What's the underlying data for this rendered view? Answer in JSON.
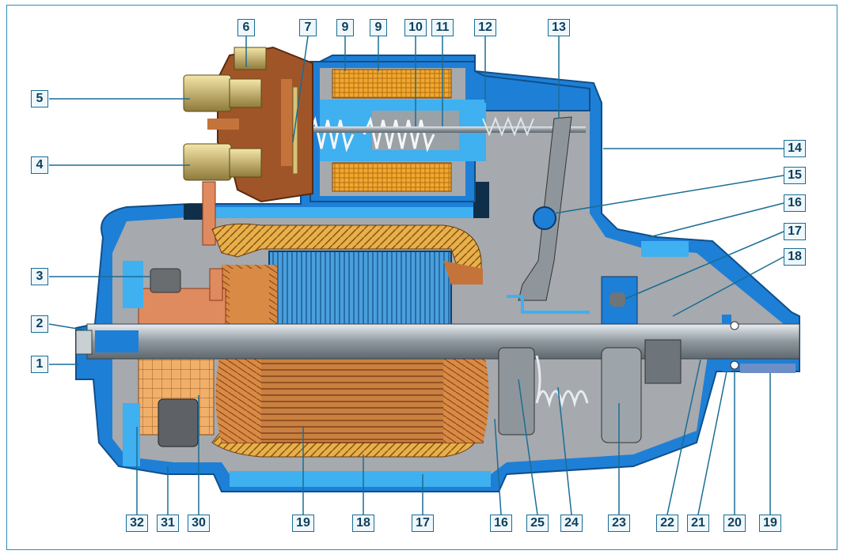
{
  "diagram": {
    "colors": {
      "housing": "#1e7fd6",
      "housing_light": "#3fb0f0",
      "interior": "#a6a9ad",
      "copper": "#c4743a",
      "commutator": "#e9a55c",
      "coil": "#f0a830",
      "core": "#2e7fc4",
      "terminal": "#d8c27a",
      "cap": "#a05528",
      "callout_line": "#1a6d95"
    },
    "callouts": {
      "c1": "1",
      "c2": "2",
      "c3": "3",
      "c4": "4",
      "c5": "5",
      "c6": "6",
      "c7": "7",
      "c9a": "9",
      "c9b": "9",
      "c10": "10",
      "c11": "11",
      "c12": "12",
      "c13": "13",
      "c14": "14",
      "c15": "15",
      "c16a": "16",
      "c17a": "17",
      "c18a": "18",
      "c32": "32",
      "c31": "31",
      "c30": "30",
      "c19a": "19",
      "c18b": "18",
      "c17b": "17",
      "c16b": "16",
      "c25": "25",
      "c24": "24",
      "c23": "23",
      "c22": "22",
      "c21": "21",
      "c20": "20",
      "c19b": "19"
    }
  }
}
